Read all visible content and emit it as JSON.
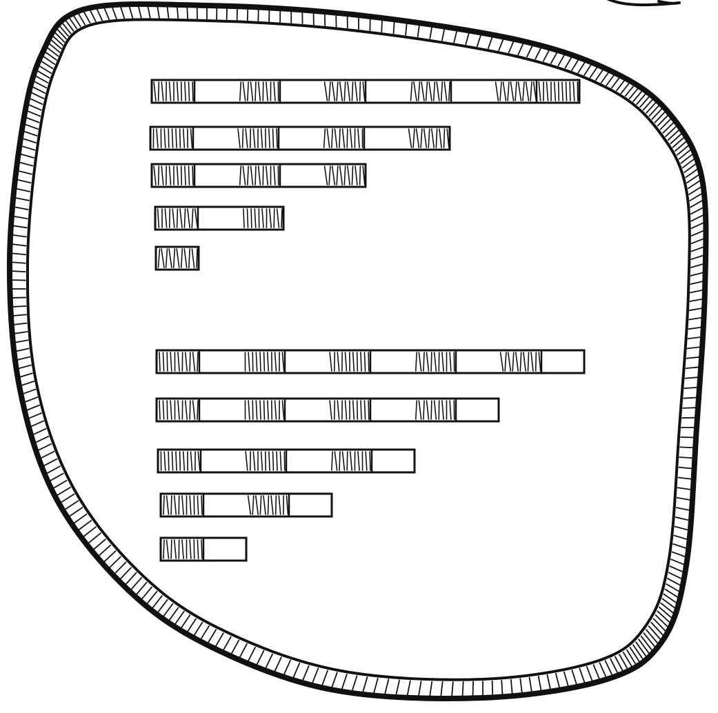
{
  "drawing": {
    "style": "hand-drawn sketch",
    "stroke_color": "#111111",
    "background_color": "#ffffff",
    "outer_shape": {
      "kind": "rounded blob with hatched double border"
    },
    "groups": [
      {
        "name": "upper",
        "rows": [
          {
            "segments": 10,
            "last_segment": "hatched"
          },
          {
            "segments": 7,
            "last_segment": "hatched"
          },
          {
            "segments": 5,
            "last_segment": "hatched"
          },
          {
            "segments": 3,
            "last_segment": "hatched"
          },
          {
            "segments": 1,
            "last_segment": "hatched"
          }
        ]
      },
      {
        "name": "lower",
        "rows": [
          {
            "segments": 10,
            "last_segment": "plain"
          },
          {
            "segments": 8,
            "last_segment": "plain"
          },
          {
            "segments": 6,
            "last_segment": "plain"
          },
          {
            "segments": 4,
            "last_segment": "plain"
          },
          {
            "segments": 2,
            "last_segment": "plain"
          }
        ]
      }
    ],
    "corner_mark": {
      "kind": "partial curved stroke",
      "position": "top-right"
    }
  }
}
